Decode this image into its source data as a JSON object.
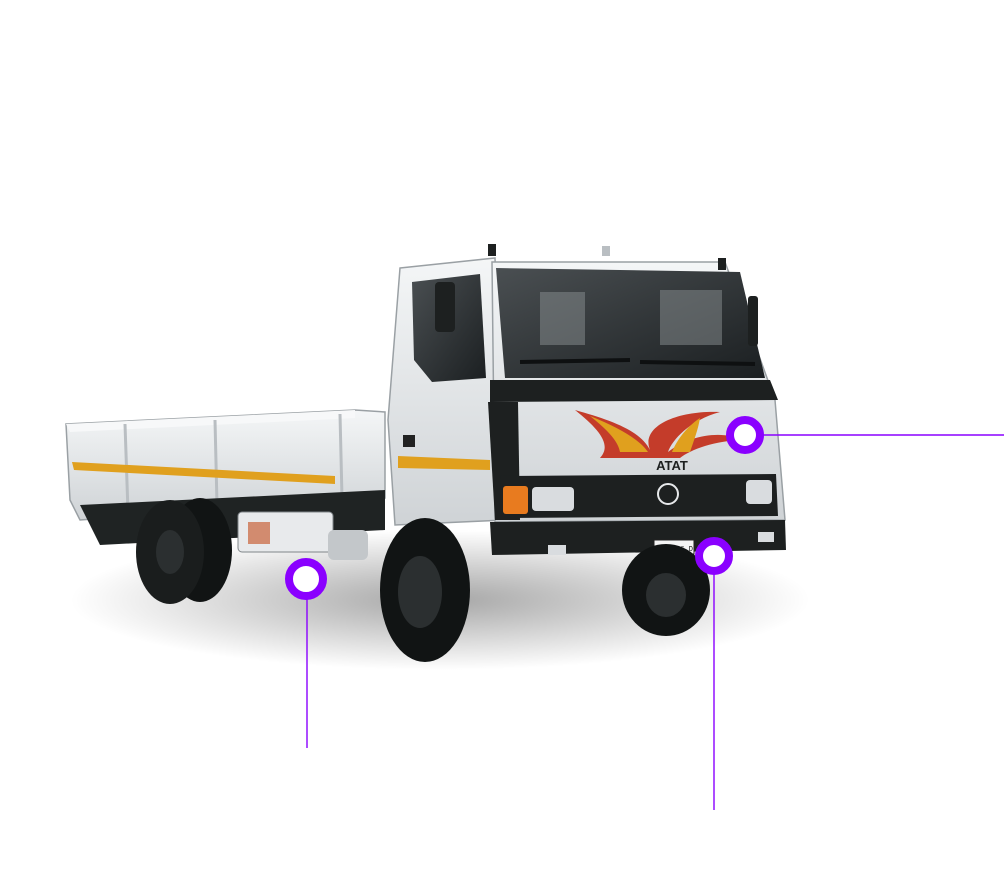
{
  "colors": {
    "background": "#ffffff",
    "accent": "#8a00ff",
    "truck_body": "#e6e8ea",
    "cab_dark": "#1d2020",
    "stripe": "#e0a01e",
    "tyre": "#111414"
  },
  "truck": {
    "grille_badge": "ATAT",
    "plate": "BFD 796 D"
  },
  "hotspots": [
    {
      "id": "front-grille",
      "icon": "hotspot-ring-icon"
    },
    {
      "id": "front-bumper",
      "icon": "hotspot-ring-icon"
    },
    {
      "id": "fuel-tank",
      "icon": "hotspot-ring-icon"
    }
  ]
}
